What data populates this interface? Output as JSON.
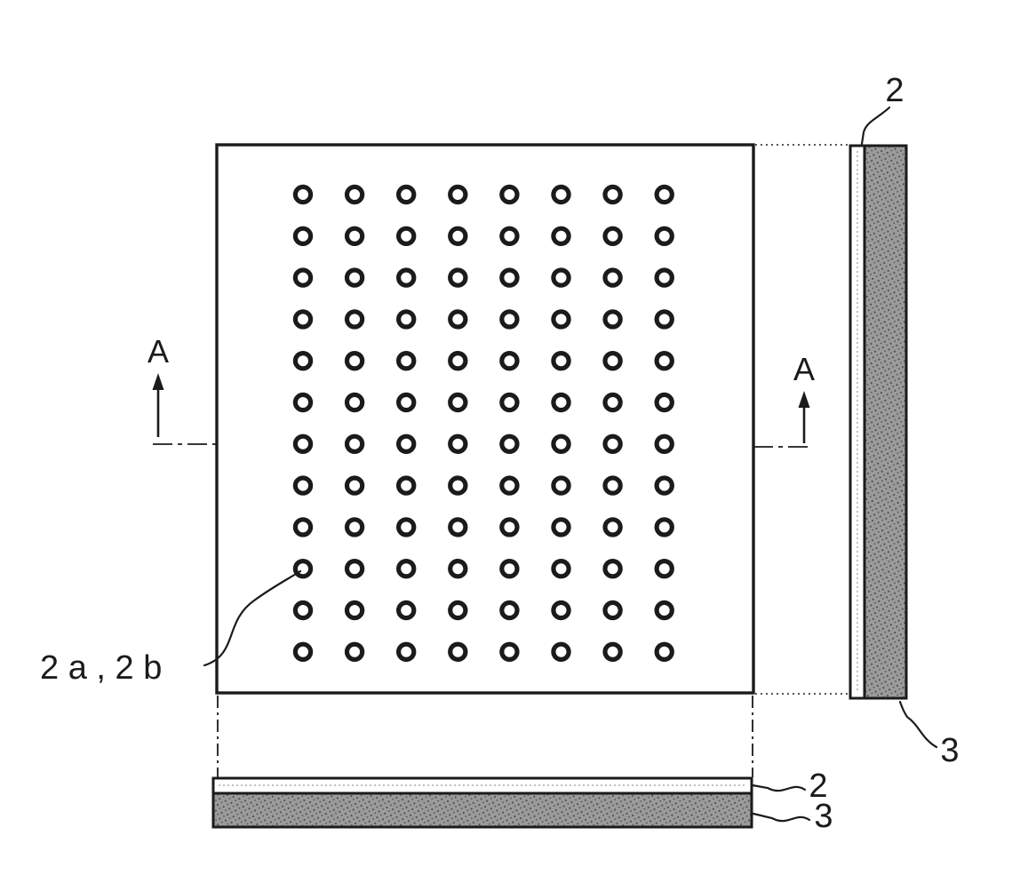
{
  "figure": {
    "section_marker_left": "A",
    "section_marker_right": "A",
    "label_holes": "2 a , 2 b",
    "label_layer2_side": "2",
    "label_layer3_side": "3",
    "label_layer2_bottom": "2",
    "label_layer3_bottom": "3",
    "hole_grid": {
      "columns": 8,
      "rows": 12
    },
    "colors": {
      "line": "#1b1b1b",
      "background": "#ffffff",
      "substrate_fill": "#9b9b9b",
      "substrate_speckle": "#4f4f4f"
    }
  }
}
